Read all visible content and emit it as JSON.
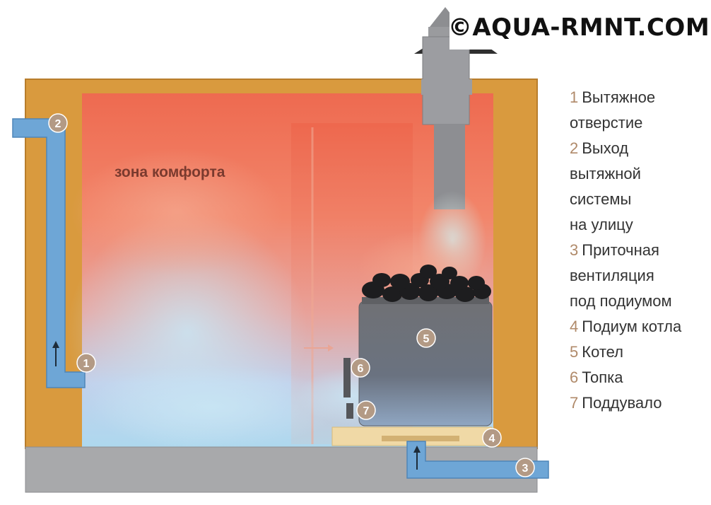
{
  "watermark": "©AQUA-RMNT.COM",
  "zone_label": "зона комфорта",
  "markers": {
    "m1": "1",
    "m2": "2",
    "m3": "3",
    "m4": "4",
    "m5": "5",
    "m6": "6",
    "m7": "7"
  },
  "legend": [
    {
      "num": "1",
      "lines": [
        "Вытяжное",
        "отверстие"
      ]
    },
    {
      "num": "2",
      "lines": [
        "Выход",
        "вытяжной",
        "системы",
        "на улицу"
      ]
    },
    {
      "num": "3",
      "lines": [
        "Приточная",
        "вентиляция",
        "под подиумом"
      ]
    },
    {
      "num": "4",
      "lines": [
        "Подиум котла"
      ]
    },
    {
      "num": "5",
      "lines": [
        "Котел"
      ]
    },
    {
      "num": "6",
      "lines": [
        "Топка"
      ]
    },
    {
      "num": "7",
      "lines": [
        "Поддувало"
      ]
    }
  ],
  "colors": {
    "wall": "#d99a3e",
    "floor": "#a8a9ab",
    "duct": "#6ea6d6",
    "hot": "#ee6a50",
    "cold": "#a9d6ee",
    "stove": "#6e6f73",
    "marker": "#b39a85"
  }
}
